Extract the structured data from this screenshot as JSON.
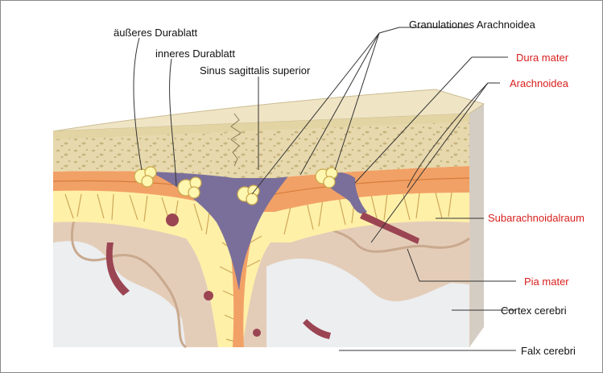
{
  "labels": {
    "outer_dura": "äußeres Durablatt",
    "inner_dura": "inneres Durablatt",
    "sinus": "Sinus sagittalis superior",
    "granulationes": "Granulationes Arachnoidea",
    "dura_mater": "Dura mater",
    "arachnoidea": "Arachnoidea",
    "subarachnoidalraum": "Subarachnoidalraum",
    "pia_mater": "Pia mater",
    "cortex": "Cortex cerebri",
    "falx": "Falx cerebri"
  },
  "colors": {
    "highlight_label": "#d8201e",
    "normal_label": "#111111",
    "bone": "#e7d9ad",
    "skull_top": "#efe4c4",
    "dura": "#f2a166",
    "sinus": "#7a6f9a",
    "granulation": "#fff6b0",
    "brain": "#e4cdb8",
    "white_matter": "#e9ecee",
    "vessel": "#9b4553"
  }
}
